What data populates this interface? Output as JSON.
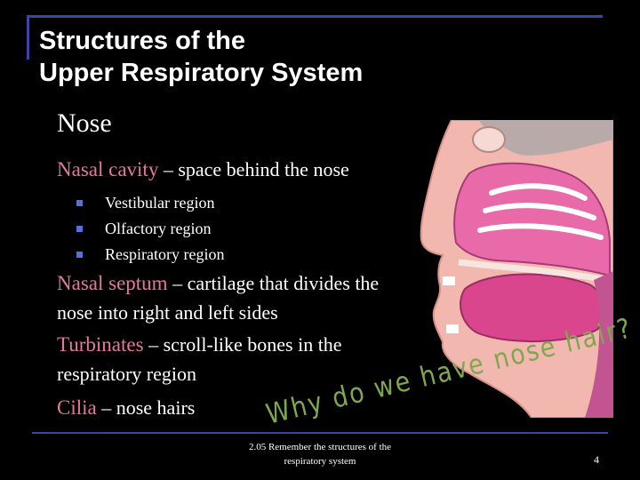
{
  "title": {
    "line1": "Structures of the",
    "line2": "Upper Respiratory System"
  },
  "section": "Nose",
  "nasal_cavity": {
    "term": "Nasal cavity",
    "rest": " – space behind the nose",
    "bullets": [
      "Vestibular region",
      "Olfactory region",
      "Respiratory region"
    ]
  },
  "nasal_septum": {
    "term": "Nasal septum",
    "rest_line1": " – cartilage that divides the",
    "rest_line2": "nose into right and left sides"
  },
  "turbinates": {
    "term": "Turbinates",
    "rest_line1": " – scroll-like bones in the",
    "rest_line2": "respiratory region"
  },
  "cilia": {
    "term": "Cilia",
    "rest": " – nose hairs"
  },
  "callout": "Why do we have nose hair?",
  "footer": {
    "note_line1": "2.05 Remember the structures of the",
    "note_line2": "respiratory system",
    "page": "4"
  },
  "colors": {
    "accent_rule": "#3a45a8",
    "term_pink": "#e8789a",
    "callout_green": "#7fa84e",
    "bullet_blue": "#5a6fd6"
  }
}
